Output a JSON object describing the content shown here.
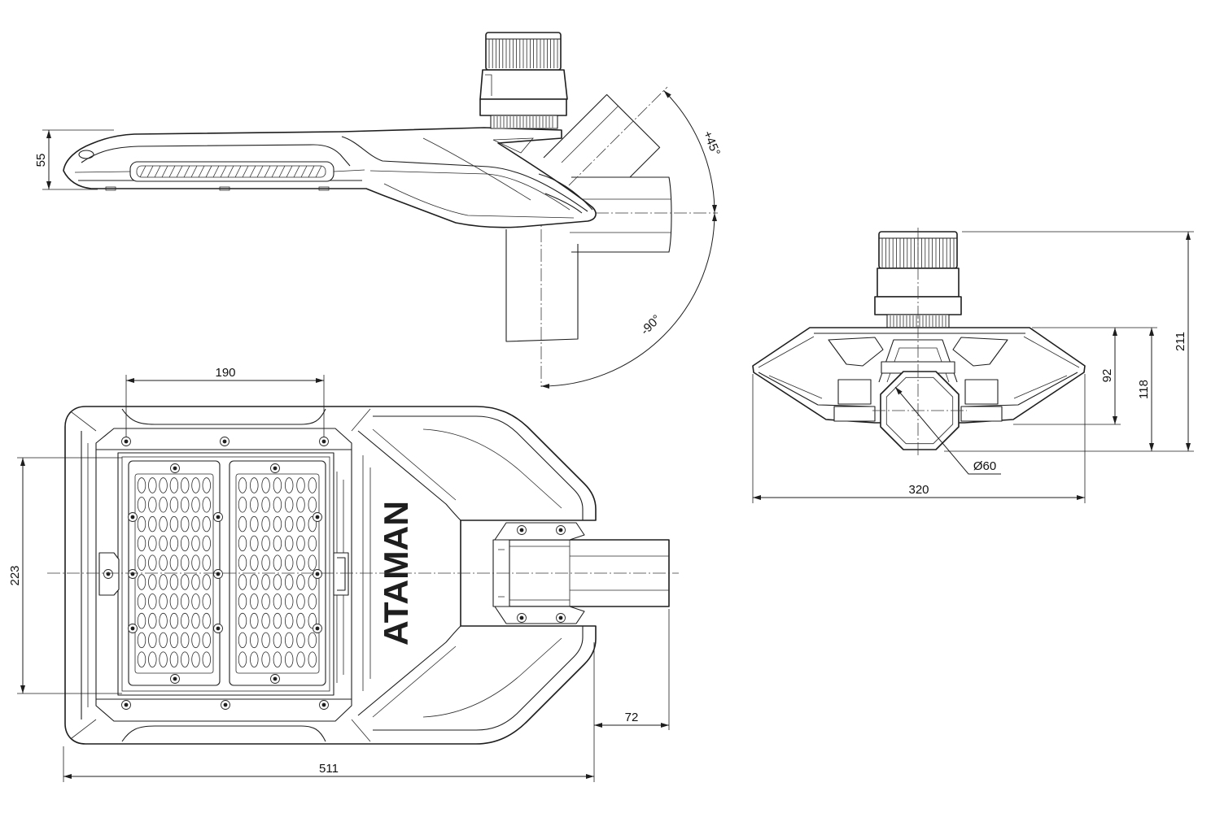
{
  "drawing": {
    "colors": {
      "line": "#1e1e1e",
      "background": "#ffffff"
    },
    "brand_label": "ATAMAN",
    "side_view": {
      "dim_height": "55",
      "angle_up": "+45°",
      "angle_down": "-90°"
    },
    "top_view": {
      "dim_module_width": "190",
      "dim_module_height": "223",
      "dim_pole_overhang": "72",
      "dim_overall_length": "511"
    },
    "front_view": {
      "dim_overall_width": "320",
      "dim_pole_diameter": "Ø60",
      "dim_92": "92",
      "dim_118": "118",
      "dim_211": "211"
    }
  }
}
